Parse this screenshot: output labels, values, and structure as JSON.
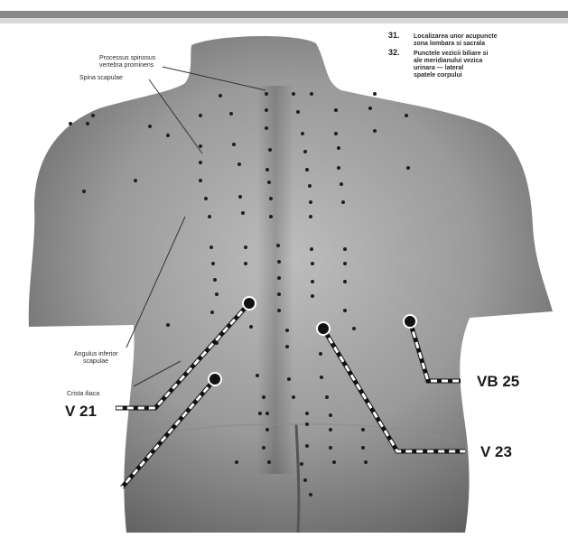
{
  "caption": {
    "n31": "31.",
    "n32": "32.",
    "line1": "Localizarea unor acupuncte",
    "line2": "zona lombara si sacrala",
    "line3": "Punctele vezicii biliare si",
    "line4": "ale meridianului vezica",
    "line5": "urinara — lateral",
    "line6": "spatele corpului"
  },
  "annotations": {
    "top_a": "Processus spinosus",
    "top_b": "vertebra prominens",
    "spina": "Spina scapulae",
    "angulus_a": "Angulus inferior",
    "angulus_b": "scapulae",
    "crista": "Crista iliaca"
  },
  "points": {
    "v21": "V 21",
    "v23": "V 23",
    "vb25": "VB 25"
  },
  "colors": {
    "skin_light": "#c9c9c9",
    "skin_dark": "#6f6f6f",
    "marker": "#1a1a1a",
    "dash": "#ffffff"
  }
}
